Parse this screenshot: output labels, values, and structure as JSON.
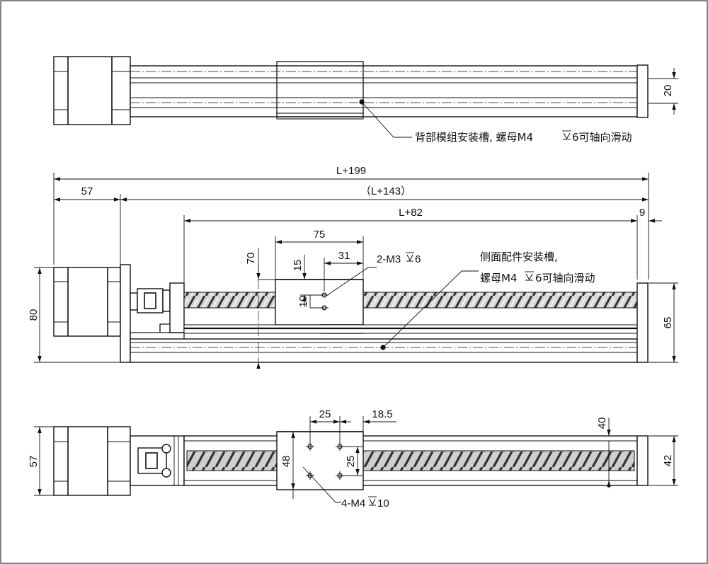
{
  "top_view": {
    "dim_right": "20",
    "note": "背部模组安装槽, 螺母M4",
    "note_depth": "6可轴向滑动"
  },
  "side_view": {
    "dim_total": "L+199",
    "dim_motor": "57",
    "dim_body": "（L+143）",
    "dim_stroke": "L+82",
    "dim_end": "9",
    "dim_carriage_width": "75",
    "dim_hole_offset": "31",
    "dim_hole_top": "15",
    "dim_hole_spacing": "10",
    "dim_height_70": "70",
    "dim_height_80": "80",
    "dim_height_65": "65",
    "hole_label": "2-M3",
    "hole_depth": "6",
    "note_line1": "侧面配件安装槽,",
    "note_line2": "螺母M4",
    "note_line2_depth": "6可轴向滑动"
  },
  "bottom_view": {
    "dim_25_top": "25",
    "dim_18_5": "18.5",
    "dim_25_side": "25",
    "dim_48": "48",
    "dim_40": "40",
    "dim_42": "42",
    "dim_57": "57",
    "hole_label": "4-M4",
    "hole_depth": "10"
  }
}
